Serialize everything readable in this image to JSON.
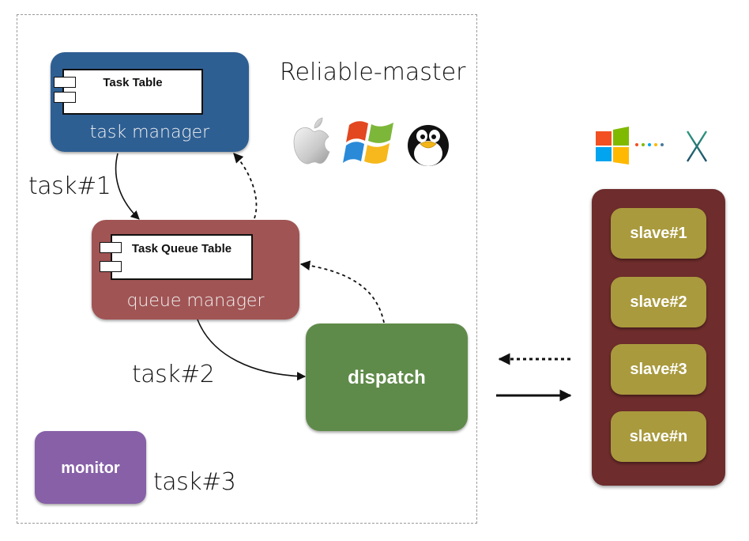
{
  "diagram": {
    "title": "Reliable-master",
    "os_icons": [
      "apple-logo",
      "windows-logo",
      "linux-tux"
    ],
    "client_os_icons": [
      "windows-8-logo",
      "ellipsis-dots",
      "os-x-logo"
    ],
    "client_os_x_glyph": "X",
    "nodes": {
      "task_manager": {
        "label": "task manager",
        "component": "Task Table",
        "color": "#2e5f93"
      },
      "queue_manager": {
        "label": "queue manager",
        "component": "Task Queue Table",
        "color": "#a15454"
      },
      "dispatch": {
        "label": "dispatch",
        "color": "#5f8b4a"
      },
      "monitor": {
        "label": "monitor",
        "color": "#8760a8"
      }
    },
    "edges": [
      {
        "from": "task_manager",
        "to": "queue_manager",
        "style": "solid",
        "label": "task#1"
      },
      {
        "from": "queue_manager",
        "to": "task_manager",
        "style": "dashed",
        "label": ""
      },
      {
        "from": "queue_manager",
        "to": "dispatch",
        "style": "solid",
        "label": "task#2"
      },
      {
        "from": "dispatch",
        "to": "queue_manager",
        "style": "dashed",
        "label": ""
      },
      {
        "from": "slaves",
        "to": "dispatch",
        "style": "dotted",
        "label": ""
      },
      {
        "from": "dispatch",
        "to": "slaves",
        "style": "solid",
        "label": ""
      }
    ],
    "monitor_task_label": "task#3",
    "slave_cluster": {
      "color": "#6e2c2c",
      "slave_color": "#a99a3e",
      "slaves": [
        "slave#1",
        "slave#2",
        "slave#3",
        "slave#n"
      ]
    }
  }
}
